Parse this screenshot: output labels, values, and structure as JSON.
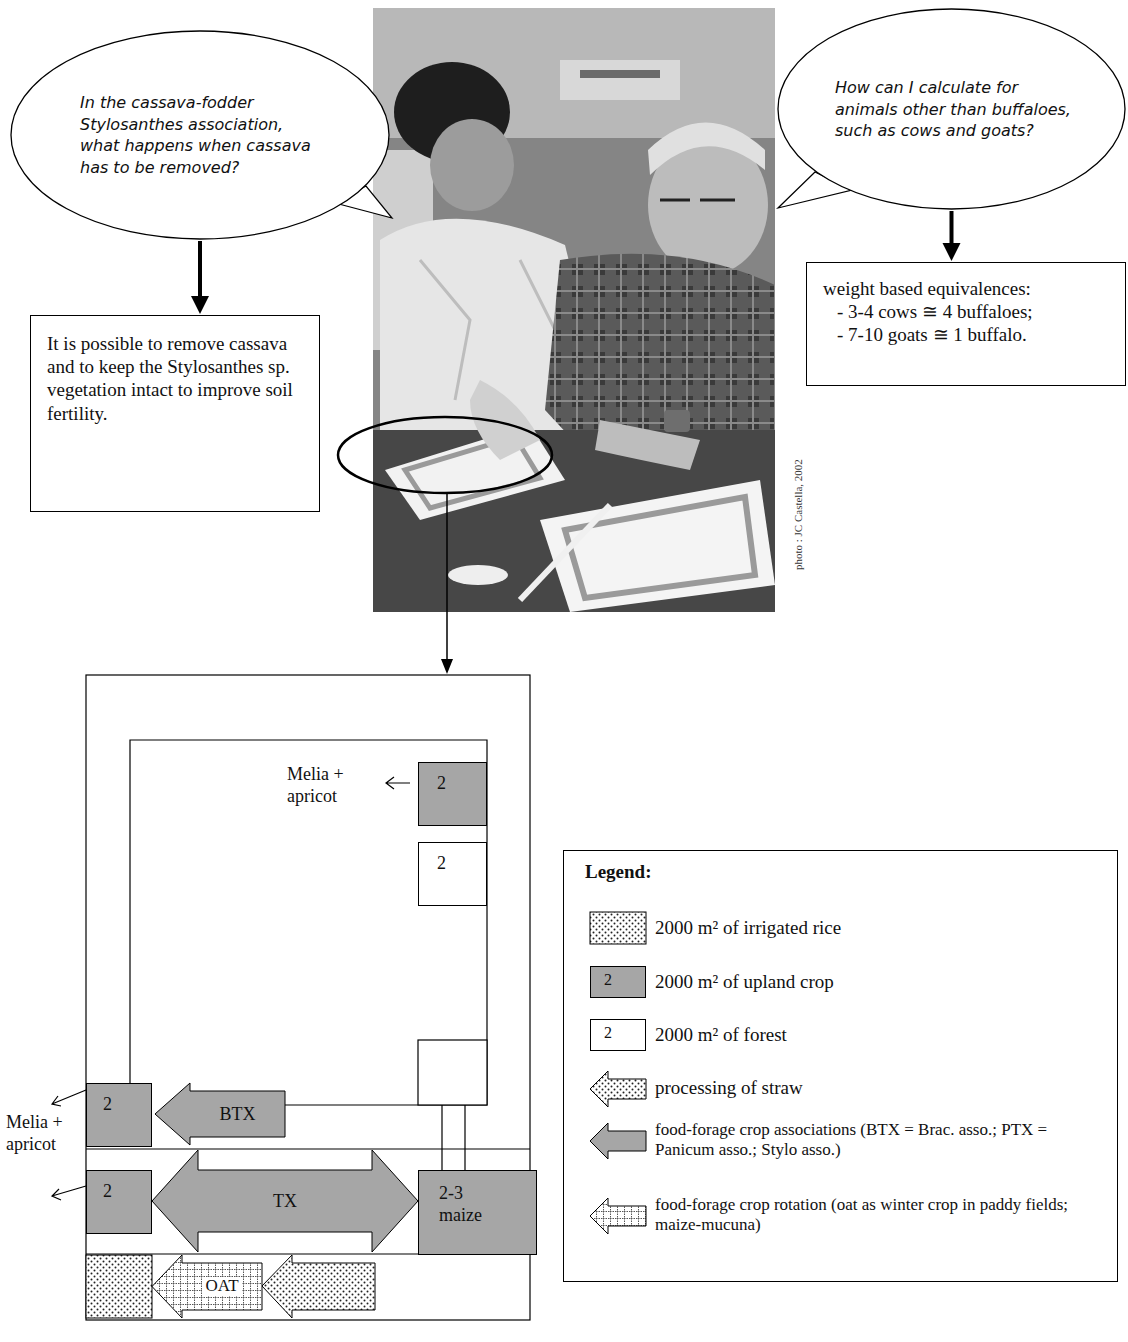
{
  "diagram": {
    "nodes": [
      {
        "text": [
          "In the cassava-fodder Stylosanthes association, what happens when cassava has to be removed?"
        ]
      },
      {
        "text": [
          "It is possible to remove cassava and to keep the Stylosanthes sp. vegetation intact to improve soil fertility."
        ]
      },
      {
        "text": [
          "How can I calculate for animals other than buffaloes, such as cows and goats?"
        ]
      },
      {
        "text": [
          "weight based equivalences:",
          "- 3-4 cows ≅ 4 buffaloes;",
          "- 7-10 goats ≅ 1 buffalo."
        ]
      },
      {
        "text": [
          "2"
        ]
      },
      {
        "text": [
          "2"
        ]
      },
      {
        "text": [
          "BTX"
        ]
      },
      {
        "text": [
          "2"
        ]
      },
      {
        "text": [
          "TX"
        ]
      },
      {
        "text": [
          "2"
        ]
      },
      {
        "text": [
          "2-3 maize"
        ]
      },
      {
        "text": [
          "OAT"
        ]
      }
    ],
    "edges": [
      {
        "from": 0,
        "to": 1,
        "arrow": "to"
      },
      {
        "from": 2,
        "to": 3,
        "arrow": "to"
      }
    ],
    "labels": [
      "Melia + apricot",
      "Melia + apricot",
      "photo : JC Castella, 2002",
      "Legend:",
      "2",
      "2"
    ],
    "legend": [
      {
        "text": "2000 m² of irrigated rice"
      },
      {
        "text": "2000 m² of upland crop",
        "color": "#a6a6a6"
      },
      {
        "text": "2000 m² of forest",
        "color": "#ffffff"
      },
      {
        "text": "processing of straw"
      },
      {
        "text": "food-forage crop associations (BTX = Brac. asso.; PTX = Panicum asso.; Stylo asso.)"
      },
      {
        "text": "food-forage crop rotation (oat as winter crop in paddy fields; maize-mucuna)"
      }
    ]
  }
}
